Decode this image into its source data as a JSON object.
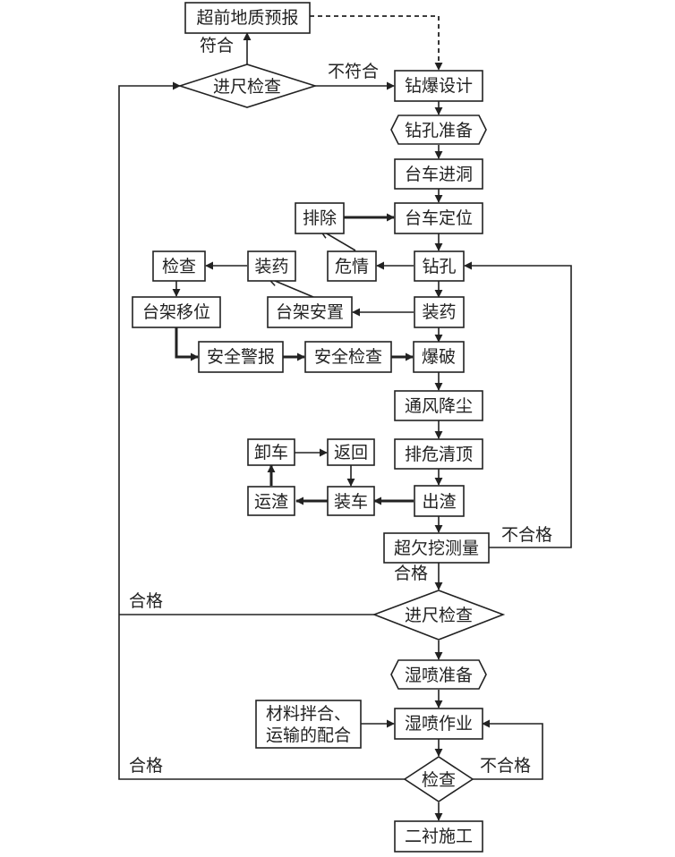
{
  "nodes": {
    "advance_geo_forecast": "超前地质预报",
    "footage_check_1": "进尺检查",
    "blast_design": "钻爆设计",
    "drill_prep": "钻孔准备",
    "jumbo_enter": "台车进洞",
    "jumbo_position": "台车定位",
    "remove": "排除",
    "hazard": "危情",
    "drilling": "钻孔",
    "inspect": "检查",
    "charge_left": "装药",
    "rack_move": "台架移位",
    "rack_setup": "台架安置",
    "charging": "装药",
    "safety_alarm": "安全警报",
    "safety_check": "安全检查",
    "blasting": "爆破",
    "ventilation": "通风降尘",
    "scaling": "排危清顶",
    "unload": "卸车",
    "return": "返回",
    "haul": "运渣",
    "loading": "装车",
    "mucking": "出渣",
    "over_under_survey": "超欠挖测量",
    "footage_check_2": "进尺检查",
    "wet_spray_prep": "湿喷准备",
    "material_mix_line1": "材料拌合、",
    "material_mix_line2": "运输的配合",
    "wet_spray_work": "湿喷作业",
    "check": "检查",
    "secondary_lining": "二衬施工"
  },
  "edge_labels": {
    "conform": "符合",
    "not_conform": "不符合",
    "unqualified_1": "不合格",
    "qualified_1": "合格",
    "qualified_2": "合格",
    "qualified_3": "合格",
    "unqualified_2": "不合格"
  }
}
